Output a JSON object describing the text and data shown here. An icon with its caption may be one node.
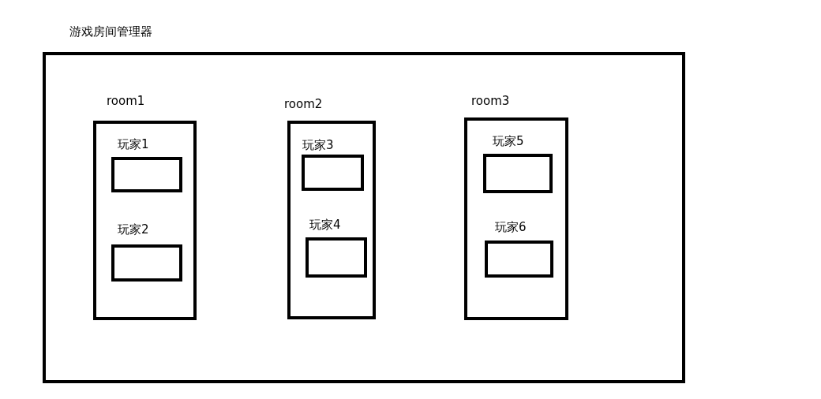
{
  "diagram": {
    "nodes": [
      {
        "text": [
          "游戏房间管理器"
        ]
      },
      {
        "text": [
          "room1"
        ],
        "in": 0
      },
      {
        "text": [
          "玩家1"
        ],
        "in": 1
      },
      {
        "text": [
          "玩家2"
        ],
        "in": 1
      },
      {
        "text": [
          "room2"
        ],
        "in": 0
      },
      {
        "text": [
          "玩家3"
        ],
        "in": 4
      },
      {
        "text": [
          "玩家4"
        ],
        "in": 4
      },
      {
        "text": [
          "room3"
        ],
        "in": 0
      },
      {
        "text": [
          "玩家5"
        ],
        "in": 7
      },
      {
        "text": [
          "玩家6"
        ],
        "in": 7
      }
    ]
  }
}
